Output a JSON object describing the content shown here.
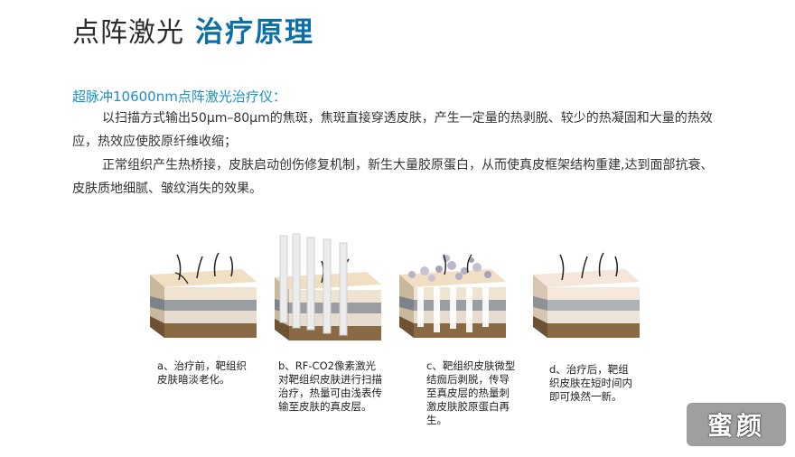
{
  "title": {
    "part1": "点阵激光",
    "part2": "治疗原理"
  },
  "subtitle": "超脉冲10600nm点阵激光治疗仪：",
  "paragraphs": [
    "以扫描方式输出50μm–80μm的焦斑，焦斑直接穿透皮肤，产生一定量的热剥脱、较少的热凝固和大量的热效应，热效应使胶原纤维收缩；",
    "正常组织产生热桥接，皮肤启动创伤修复机制，新生大量胶原蛋白，从而使真皮框架结构重建,达到面部抗衰、皮肤质地细腻、皱纹消失的效果。"
  ],
  "stages": [
    {
      "caption": "a、治疗前，靶组织皮肤暗淡老化。"
    },
    {
      "caption": "b、RF-CO2像素激光对靶组织皮肤进行扫描治疗，热量可由浅表传输至皮肤的真皮层。"
    },
    {
      "caption": "c、靶组织皮肤微型结痂后剥脱，传导至真皮层的热量刺激皮肤胶原蛋白再生。"
    },
    {
      "caption": "d、治疗后，靶组织皮肤在短时间内即可焕然一新。"
    }
  ],
  "colors": {
    "title_dark": "#2b2b2b",
    "title_accent": "#0b6fa8",
    "subtitle": "#1c8fc4",
    "skin_top": "#f1dfc4",
    "skin_grey": "#9a9ea3",
    "skin_dermis": "#d9cdb8",
    "skin_fat": "#8a6a45"
  },
  "watermark": "蜜颜"
}
